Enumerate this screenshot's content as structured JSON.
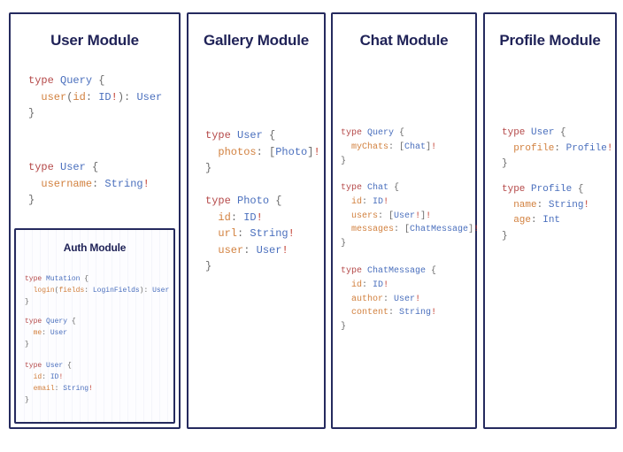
{
  "palette": {
    "background": "#ffffff",
    "panel_border": "#252a5e",
    "title": "#1f2257",
    "keyword": "#b54a4a",
    "type_name": "#4a6fbd",
    "field_name": "#d2813f",
    "punctuation": "#6a6a6a",
    "non_null_bang": "#c0392b"
  },
  "panels": {
    "user": {
      "title": "User Module",
      "blocks": [
        {
          "lines": [
            [
              {
                "t": "type ",
                "c": "kw"
              },
              {
                "t": "Query",
                "c": "type"
              },
              {
                "t": " {",
                "c": "punc"
              }
            ],
            [
              {
                "t": "  ",
                "c": "punc"
              },
              {
                "t": "user",
                "c": "field"
              },
              {
                "t": "(",
                "c": "punc"
              },
              {
                "t": "id",
                "c": "field"
              },
              {
                "t": ": ",
                "c": "punc"
              },
              {
                "t": "ID",
                "c": "type"
              },
              {
                "t": "!",
                "c": "bang"
              },
              {
                "t": "): ",
                "c": "punc"
              },
              {
                "t": "User",
                "c": "type"
              }
            ],
            [
              {
                "t": "}",
                "c": "punc"
              }
            ]
          ]
        },
        {
          "lines": [
            [
              {
                "t": "type ",
                "c": "kw"
              },
              {
                "t": "User",
                "c": "type"
              },
              {
                "t": " {",
                "c": "punc"
              }
            ],
            [
              {
                "t": "  ",
                "c": "punc"
              },
              {
                "t": "username",
                "c": "field"
              },
              {
                "t": ": ",
                "c": "punc"
              },
              {
                "t": "String",
                "c": "type"
              },
              {
                "t": "!",
                "c": "bang"
              }
            ],
            [
              {
                "t": "}",
                "c": "punc"
              }
            ]
          ]
        }
      ],
      "auth": {
        "title": "Auth Module",
        "blocks": [
          {
            "lines": [
              [
                {
                  "t": "type ",
                  "c": "kw"
                },
                {
                  "t": "Mutation",
                  "c": "type"
                },
                {
                  "t": " {",
                  "c": "punc"
                }
              ],
              [
                {
                  "t": "  ",
                  "c": "punc"
                },
                {
                  "t": "login",
                  "c": "field"
                },
                {
                  "t": "(",
                  "c": "punc"
                },
                {
                  "t": "fields",
                  "c": "field"
                },
                {
                  "t": ": ",
                  "c": "punc"
                },
                {
                  "t": "LoginFields",
                  "c": "type"
                },
                {
                  "t": "): ",
                  "c": "punc"
                },
                {
                  "t": "User",
                  "c": "type"
                }
              ],
              [
                {
                  "t": "}",
                  "c": "punc"
                }
              ]
            ]
          },
          {
            "lines": [
              [
                {
                  "t": "type ",
                  "c": "kw"
                },
                {
                  "t": "Query",
                  "c": "type"
                },
                {
                  "t": " {",
                  "c": "punc"
                }
              ],
              [
                {
                  "t": "  ",
                  "c": "punc"
                },
                {
                  "t": "me",
                  "c": "field"
                },
                {
                  "t": ": ",
                  "c": "punc"
                },
                {
                  "t": "User",
                  "c": "type"
                }
              ],
              [
                {
                  "t": "}",
                  "c": "punc"
                }
              ]
            ]
          },
          {
            "lines": [
              [
                {
                  "t": "type ",
                  "c": "kw"
                },
                {
                  "t": "User",
                  "c": "type"
                },
                {
                  "t": " {",
                  "c": "punc"
                }
              ],
              [
                {
                  "t": "  ",
                  "c": "punc"
                },
                {
                  "t": "id",
                  "c": "field"
                },
                {
                  "t": ": ",
                  "c": "punc"
                },
                {
                  "t": "ID",
                  "c": "type"
                },
                {
                  "t": "!",
                  "c": "bang"
                }
              ],
              [
                {
                  "t": "  ",
                  "c": "punc"
                },
                {
                  "t": "email",
                  "c": "field"
                },
                {
                  "t": ": ",
                  "c": "punc"
                },
                {
                  "t": "String",
                  "c": "type"
                },
                {
                  "t": "!",
                  "c": "bang"
                }
              ],
              [
                {
                  "t": "}",
                  "c": "punc"
                }
              ]
            ]
          }
        ]
      }
    },
    "gallery": {
      "title": "Gallery Module",
      "blocks": [
        {
          "lines": [
            [
              {
                "t": "type ",
                "c": "kw"
              },
              {
                "t": "User",
                "c": "type"
              },
              {
                "t": " {",
                "c": "punc"
              }
            ],
            [
              {
                "t": "  ",
                "c": "punc"
              },
              {
                "t": "photos",
                "c": "field"
              },
              {
                "t": ": [",
                "c": "punc"
              },
              {
                "t": "Photo",
                "c": "type"
              },
              {
                "t": "]",
                "c": "punc"
              },
              {
                "t": "!",
                "c": "bang"
              }
            ],
            [
              {
                "t": "}",
                "c": "punc"
              }
            ]
          ]
        },
        {
          "lines": [
            [
              {
                "t": "type ",
                "c": "kw"
              },
              {
                "t": "Photo",
                "c": "type"
              },
              {
                "t": " {",
                "c": "punc"
              }
            ],
            [
              {
                "t": "  ",
                "c": "punc"
              },
              {
                "t": "id",
                "c": "field"
              },
              {
                "t": ": ",
                "c": "punc"
              },
              {
                "t": "ID",
                "c": "type"
              },
              {
                "t": "!",
                "c": "bang"
              }
            ],
            [
              {
                "t": "  ",
                "c": "punc"
              },
              {
                "t": "url",
                "c": "field"
              },
              {
                "t": ": ",
                "c": "punc"
              },
              {
                "t": "String",
                "c": "type"
              },
              {
                "t": "!",
                "c": "bang"
              }
            ],
            [
              {
                "t": "  ",
                "c": "punc"
              },
              {
                "t": "user",
                "c": "field"
              },
              {
                "t": ": ",
                "c": "punc"
              },
              {
                "t": "User",
                "c": "type"
              },
              {
                "t": "!",
                "c": "bang"
              }
            ],
            [
              {
                "t": "}",
                "c": "punc"
              }
            ]
          ]
        }
      ]
    },
    "chat": {
      "title": "Chat Module",
      "blocks": [
        {
          "lines": [
            [
              {
                "t": "type ",
                "c": "kw"
              },
              {
                "t": "Query",
                "c": "type"
              },
              {
                "t": " {",
                "c": "punc"
              }
            ],
            [
              {
                "t": "  ",
                "c": "punc"
              },
              {
                "t": "myChats",
                "c": "field"
              },
              {
                "t": ": [",
                "c": "punc"
              },
              {
                "t": "Chat",
                "c": "type"
              },
              {
                "t": "]",
                "c": "punc"
              },
              {
                "t": "!",
                "c": "bang"
              }
            ],
            [
              {
                "t": "}",
                "c": "punc"
              }
            ]
          ]
        },
        {
          "lines": [
            [
              {
                "t": "type ",
                "c": "kw"
              },
              {
                "t": "Chat",
                "c": "type"
              },
              {
                "t": " {",
                "c": "punc"
              }
            ],
            [
              {
                "t": "  ",
                "c": "punc"
              },
              {
                "t": "id",
                "c": "field"
              },
              {
                "t": ": ",
                "c": "punc"
              },
              {
                "t": "ID",
                "c": "type"
              },
              {
                "t": "!",
                "c": "bang"
              }
            ],
            [
              {
                "t": "  ",
                "c": "punc"
              },
              {
                "t": "users",
                "c": "field"
              },
              {
                "t": ": [",
                "c": "punc"
              },
              {
                "t": "User",
                "c": "type"
              },
              {
                "t": "!",
                "c": "bang"
              },
              {
                "t": "]",
                "c": "punc"
              },
              {
                "t": "!",
                "c": "bang"
              }
            ],
            [
              {
                "t": "  ",
                "c": "punc"
              },
              {
                "t": "messages",
                "c": "field"
              },
              {
                "t": ": [",
                "c": "punc"
              },
              {
                "t": "ChatMessage",
                "c": "type"
              },
              {
                "t": "]",
                "c": "punc"
              },
              {
                "t": "!",
                "c": "bang"
              }
            ],
            [
              {
                "t": "}",
                "c": "punc"
              }
            ]
          ]
        },
        {
          "lines": [
            [
              {
                "t": "type ",
                "c": "kw"
              },
              {
                "t": "ChatMessage",
                "c": "type"
              },
              {
                "t": " {",
                "c": "punc"
              }
            ],
            [
              {
                "t": "  ",
                "c": "punc"
              },
              {
                "t": "id",
                "c": "field"
              },
              {
                "t": ": ",
                "c": "punc"
              },
              {
                "t": "ID",
                "c": "type"
              },
              {
                "t": "!",
                "c": "bang"
              }
            ],
            [
              {
                "t": "  ",
                "c": "punc"
              },
              {
                "t": "author",
                "c": "field"
              },
              {
                "t": ": ",
                "c": "punc"
              },
              {
                "t": "User",
                "c": "type"
              },
              {
                "t": "!",
                "c": "bang"
              }
            ],
            [
              {
                "t": "  ",
                "c": "punc"
              },
              {
                "t": "content",
                "c": "field"
              },
              {
                "t": ": ",
                "c": "punc"
              },
              {
                "t": "String",
                "c": "type"
              },
              {
                "t": "!",
                "c": "bang"
              }
            ],
            [
              {
                "t": "}",
                "c": "punc"
              }
            ]
          ]
        }
      ]
    },
    "profile": {
      "title": "Profile Module",
      "blocks": [
        {
          "lines": [
            [
              {
                "t": "type ",
                "c": "kw"
              },
              {
                "t": "User",
                "c": "type"
              },
              {
                "t": " {",
                "c": "punc"
              }
            ],
            [
              {
                "t": "  ",
                "c": "punc"
              },
              {
                "t": "profile",
                "c": "field"
              },
              {
                "t": ": ",
                "c": "punc"
              },
              {
                "t": "Profile",
                "c": "type"
              },
              {
                "t": "!",
                "c": "bang"
              }
            ],
            [
              {
                "t": "}",
                "c": "punc"
              }
            ]
          ]
        },
        {
          "lines": [
            [
              {
                "t": "type ",
                "c": "kw"
              },
              {
                "t": "Profile",
                "c": "type"
              },
              {
                "t": " {",
                "c": "punc"
              }
            ],
            [
              {
                "t": "  ",
                "c": "punc"
              },
              {
                "t": "name",
                "c": "field"
              },
              {
                "t": ": ",
                "c": "punc"
              },
              {
                "t": "String",
                "c": "type"
              },
              {
                "t": "!",
                "c": "bang"
              }
            ],
            [
              {
                "t": "  ",
                "c": "punc"
              },
              {
                "t": "age",
                "c": "field"
              },
              {
                "t": ": ",
                "c": "punc"
              },
              {
                "t": "Int",
                "c": "type"
              }
            ],
            [
              {
                "t": "}",
                "c": "punc"
              }
            ]
          ]
        }
      ]
    }
  }
}
